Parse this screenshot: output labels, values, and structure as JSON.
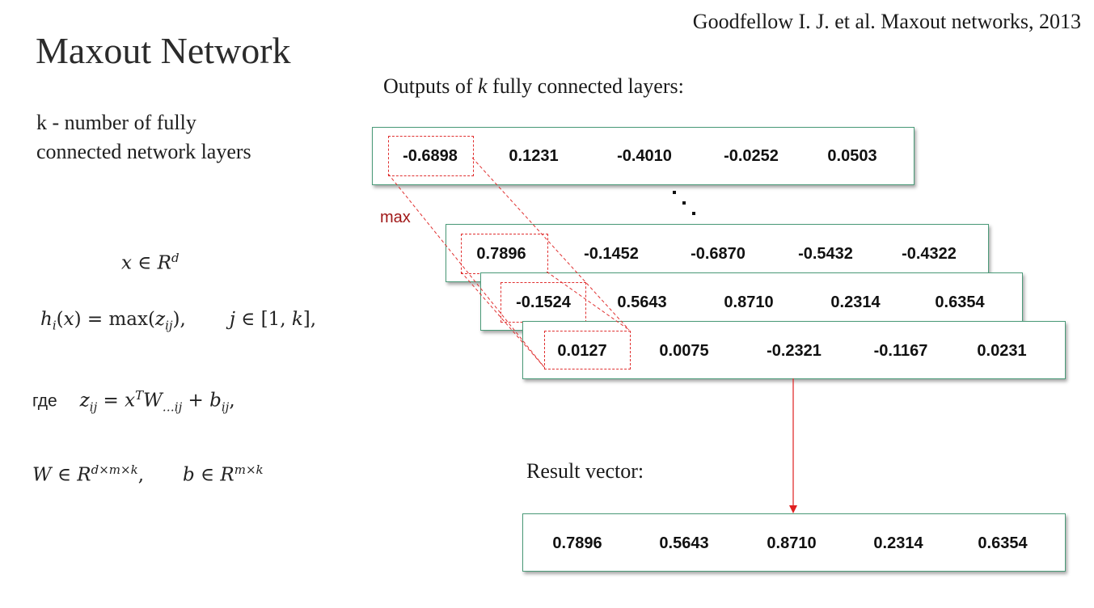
{
  "slide": {
    "title": "Maxout Network",
    "citation": "Goodfellow I. J. et al. Maxout networks, 2013",
    "description": {
      "line1": "k - number of fully",
      "line2": "connected network layers"
    },
    "outputs_heading": {
      "before": "Outputs of ",
      "k": "k",
      "after": " fully connected layers:"
    },
    "max_label": "max",
    "result_heading": "Result vector:",
    "formulas": {
      "x_in": {
        "x": "x",
        "in": " ∈ ",
        "R": "R",
        "d": "d"
      },
      "h": {
        "h": "h",
        "i": "i",
        "rest1": "(",
        "x": "x",
        "rest2": ") = max(",
        "z": "z",
        "ij": "ij",
        "rest3": "),",
        "j": "j",
        "in": " ∈ [1, ",
        "k": "k",
        "end": "],"
      },
      "z": {
        "gde": "где",
        "z": "z",
        "ij": "ij",
        "eq": " = ",
        "x": "x",
        "T": "T",
        "W": "W",
        "sub": "…ij",
        "plus": " + ",
        "b": "b",
        "bij": "ij",
        "end": ","
      },
      "W": {
        "W": "W",
        "in1": " ∈ ",
        "R1": "R",
        "dmk": "d×m×k",
        "comma": ",",
        "b": "b",
        "in2": " ∈ ",
        "R2": "R",
        "mk": "m×k"
      }
    },
    "layers": [
      {
        "values": [
          "-0.6898",
          "0.1231",
          "-0.4010",
          "-0.0252",
          "0.0503"
        ]
      },
      {
        "values": [
          "0.7896",
          "-0.1452",
          "-0.6870",
          "-0.5432",
          "-0.4322"
        ]
      },
      {
        "values": [
          "-0.1524",
          "0.5643",
          "0.8710",
          "0.2314",
          "0.6354"
        ]
      },
      {
        "values": [
          "0.0127",
          "0.0075",
          "-0.2321",
          "-0.1167",
          "0.0231"
        ]
      }
    ],
    "result": {
      "values": [
        "0.7896",
        "0.5643",
        "0.8710",
        "0.2314",
        "0.6354"
      ]
    },
    "colors": {
      "box_border": "#4a9a78",
      "highlight": "#e03030",
      "max_label": "#a01818",
      "arrow": "#e02020"
    }
  }
}
